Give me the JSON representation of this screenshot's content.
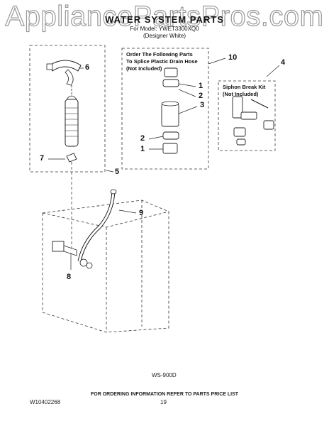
{
  "watermark": "AppliancePartsPros.com",
  "header": {
    "title": "WATER SYSTEM PARTS",
    "model_line": "For Model: YWET3300XQ0",
    "variant_line": "(Designer White)"
  },
  "splice_box": {
    "heading_line1": "Order The Following Parts",
    "heading_line2": "To Splice Plastic Drain Hose",
    "heading_line3": "(Not Included)"
  },
  "siphon_box": {
    "heading_line1": "Siphon Break Kit",
    "heading_line2": "(Not Included)"
  },
  "callouts": {
    "c1a": "1",
    "c2a": "2",
    "c3": "3",
    "c2b": "2",
    "c1b": "1",
    "c4": "4",
    "c5": "5",
    "c6": "6",
    "c7": "7",
    "c8": "8",
    "c9": "9",
    "c10": "10"
  },
  "diagram_code": "WS-900D",
  "footer": {
    "ordering_note": "FOR ORDERING INFORMATION REFER TO PARTS PRICE LIST",
    "doc_number": "W10402268",
    "page_number": "19"
  }
}
